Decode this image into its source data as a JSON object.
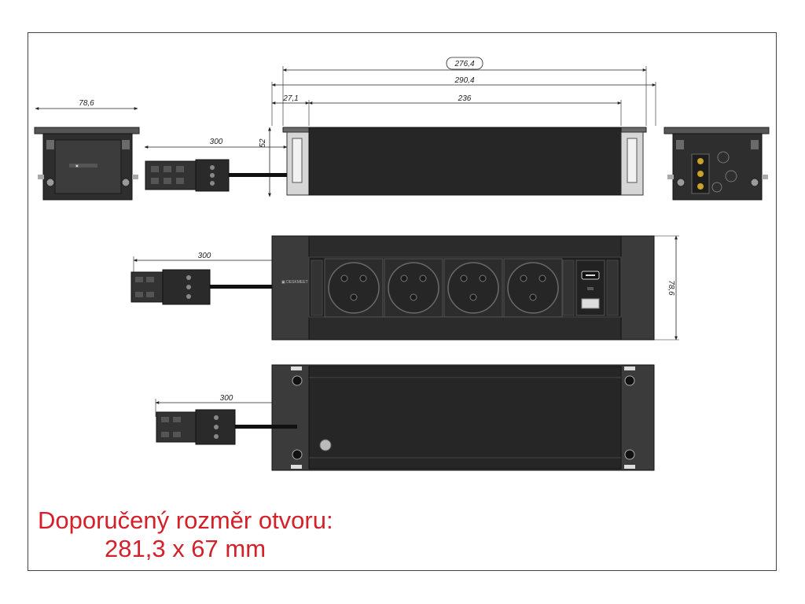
{
  "dimensions": {
    "front_width": "78,6",
    "outer_boxed": "276,4",
    "overall": "290,4",
    "end_cap": "27,1",
    "body": "236",
    "height": "52",
    "cable_side": "300",
    "cable_top": "300",
    "depth": "78,6",
    "cable_bottom": "300"
  },
  "recommendation": {
    "line1": "Doporučený rozměr otvoru:",
    "line2": "281,3 x 67 mm"
  },
  "colors": {
    "body": "#262626",
    "cap": "#3b3b3b",
    "note": "#d4202a"
  }
}
